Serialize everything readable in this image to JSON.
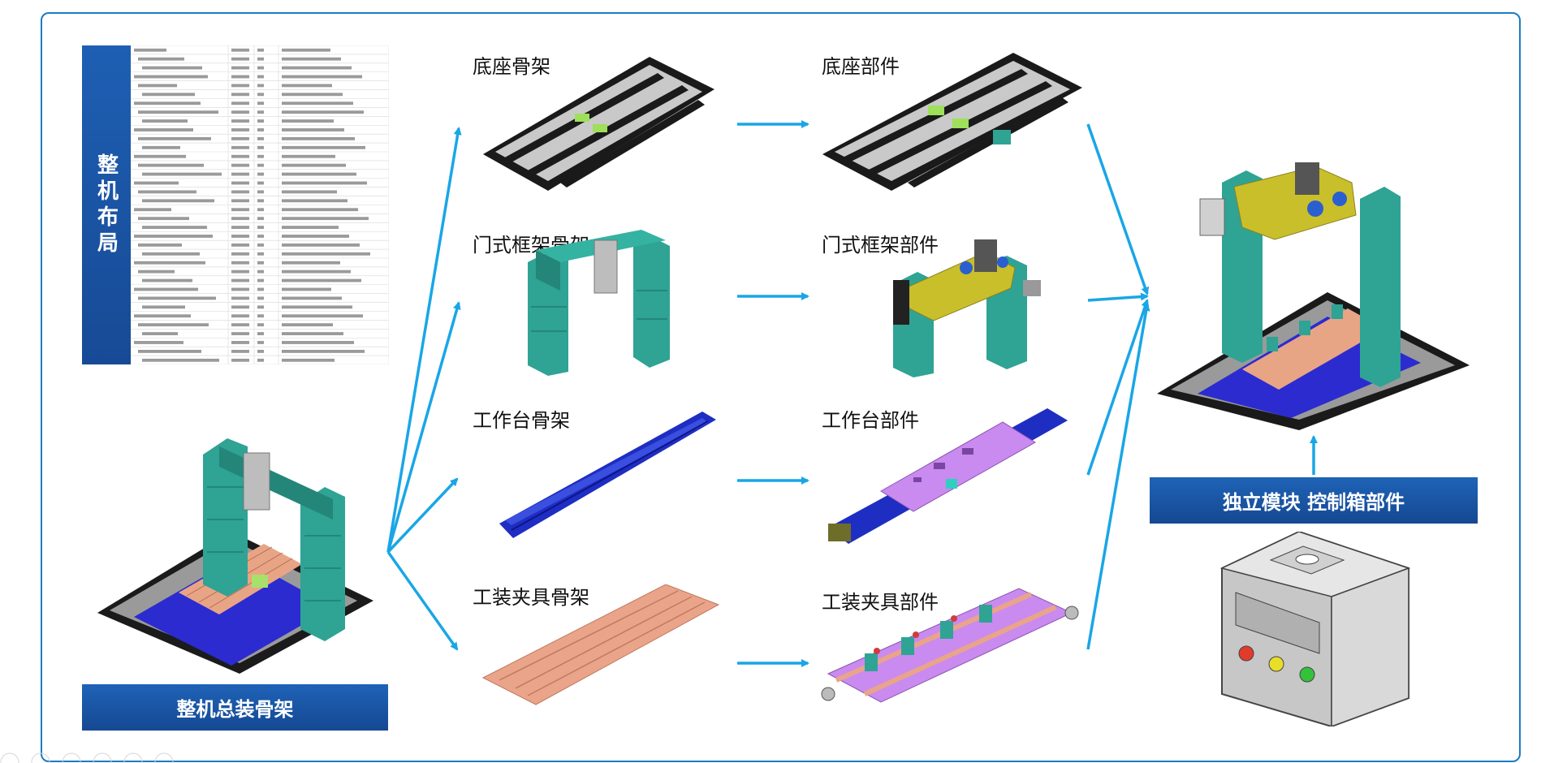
{
  "side_title": "整机布局",
  "banners": {
    "assembly": "整机总装骨架",
    "control": "独立模块 控制箱部件"
  },
  "labels": {
    "base_frame": "底座骨架",
    "gantry_frame": "门式框架骨架",
    "table_frame": "工作台骨架",
    "fixture_frame": "工装夹具骨架",
    "base_parts": "底座部件",
    "gantry_parts": "门式框架部件",
    "table_parts": "工作台部件",
    "fixture_parts": "工装夹具部件"
  },
  "colors": {
    "frame": "#1b7cc1",
    "arrow": "#19a6e6",
    "banner": "#1a55a4",
    "teal": "#2fa394",
    "blue": "#1f2fc8",
    "copper": "#e9a48a",
    "yellow": "#c9bf2b",
    "violet": "#c98bef"
  }
}
